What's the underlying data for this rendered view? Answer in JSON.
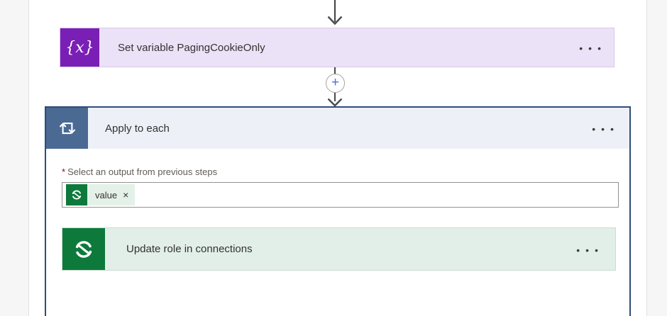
{
  "connectors": {
    "insert_plus_glyph": "+",
    "arrow_color": "#4a4a4a"
  },
  "set_variable_card": {
    "title": "Set variable PagingCookieOnly",
    "icon_glyph": "{x}",
    "icon_bg": "#7a1fb5",
    "card_bg": "#ece2f8",
    "menu_dots": "•••"
  },
  "apply_to_each": {
    "title": "Apply to each",
    "menu_dots": "•••",
    "icon": "loop-icon",
    "icon_bg": "#4a6a94",
    "header_bg": "#edf1f7",
    "border_color": "#2e4d78",
    "field": {
      "required_mark": "*",
      "label": "Select an output from previous steps",
      "token": {
        "text": "value",
        "remove_glyph": "×",
        "icon": "dataverse-icon",
        "icon_bg": "#0d7a3c",
        "chip_bg": "#e4f1e9"
      }
    },
    "action": {
      "title": "Update role in connections",
      "menu_dots": "•••",
      "icon": "dataverse-icon",
      "icon_bg": "#0d7a3c",
      "card_bg": "#e2efe8"
    }
  }
}
